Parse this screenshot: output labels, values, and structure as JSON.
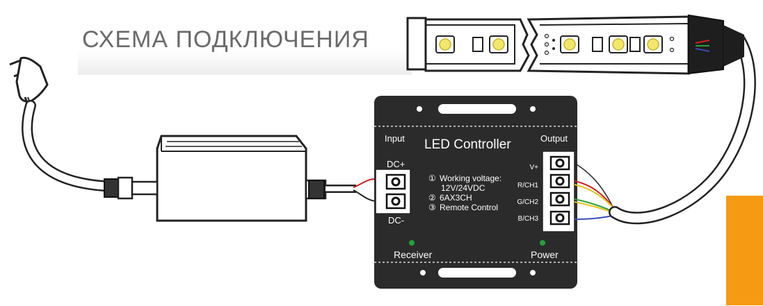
{
  "title": "СХЕМА ПОДКЛЮЧЕНИЯ",
  "controller": {
    "name": "LED Controller",
    "input_label": "Input",
    "output_label": "Output",
    "dc_plus": "DC+",
    "dc_minus": "DC-",
    "features": [
      {
        "num": "①",
        "text": "Working voltage:",
        "cont": "12V/24VDC"
      },
      {
        "num": "②",
        "text": "6AX3CH"
      },
      {
        "num": "③",
        "text": "Remote Control"
      }
    ],
    "outputs": [
      "V+",
      "R/CH1",
      "G/CH2",
      "B/CH3"
    ],
    "receiver_label": "Receiver",
    "power_label": "Power"
  },
  "colors": {
    "accent": "#f59a12",
    "controller_body": "#2b2b2b",
    "indicator": "#22a33a",
    "wire_red": "#d61e1e",
    "wire_green": "#2f9e38",
    "wire_yellow": "#e6c21a",
    "wire_blue": "#3a4db5",
    "led": "#f3e66a"
  }
}
